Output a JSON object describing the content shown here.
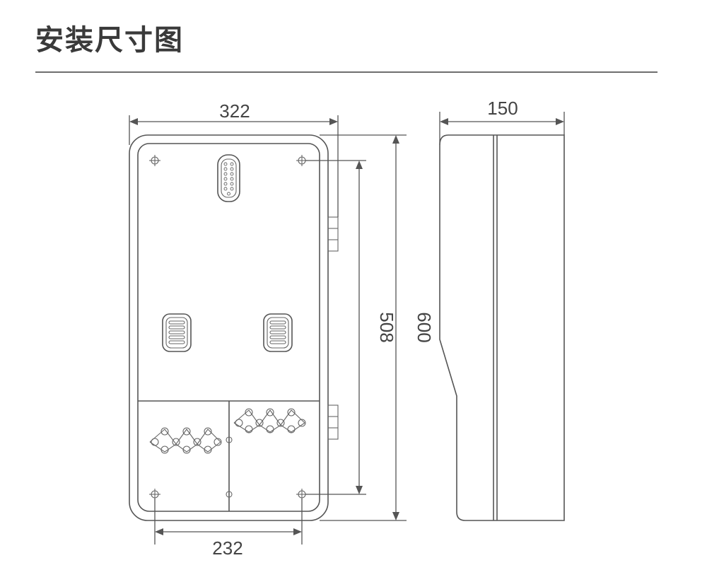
{
  "page_title": "安装尺寸图",
  "dimensions": {
    "width_top": "322",
    "depth": "150",
    "hole_vertical": "508",
    "height_total": "600",
    "hole_horizontal": "232"
  },
  "colors": {
    "line": "#555555",
    "title": "#3a3a3a",
    "rule": "#6e6e6e"
  }
}
